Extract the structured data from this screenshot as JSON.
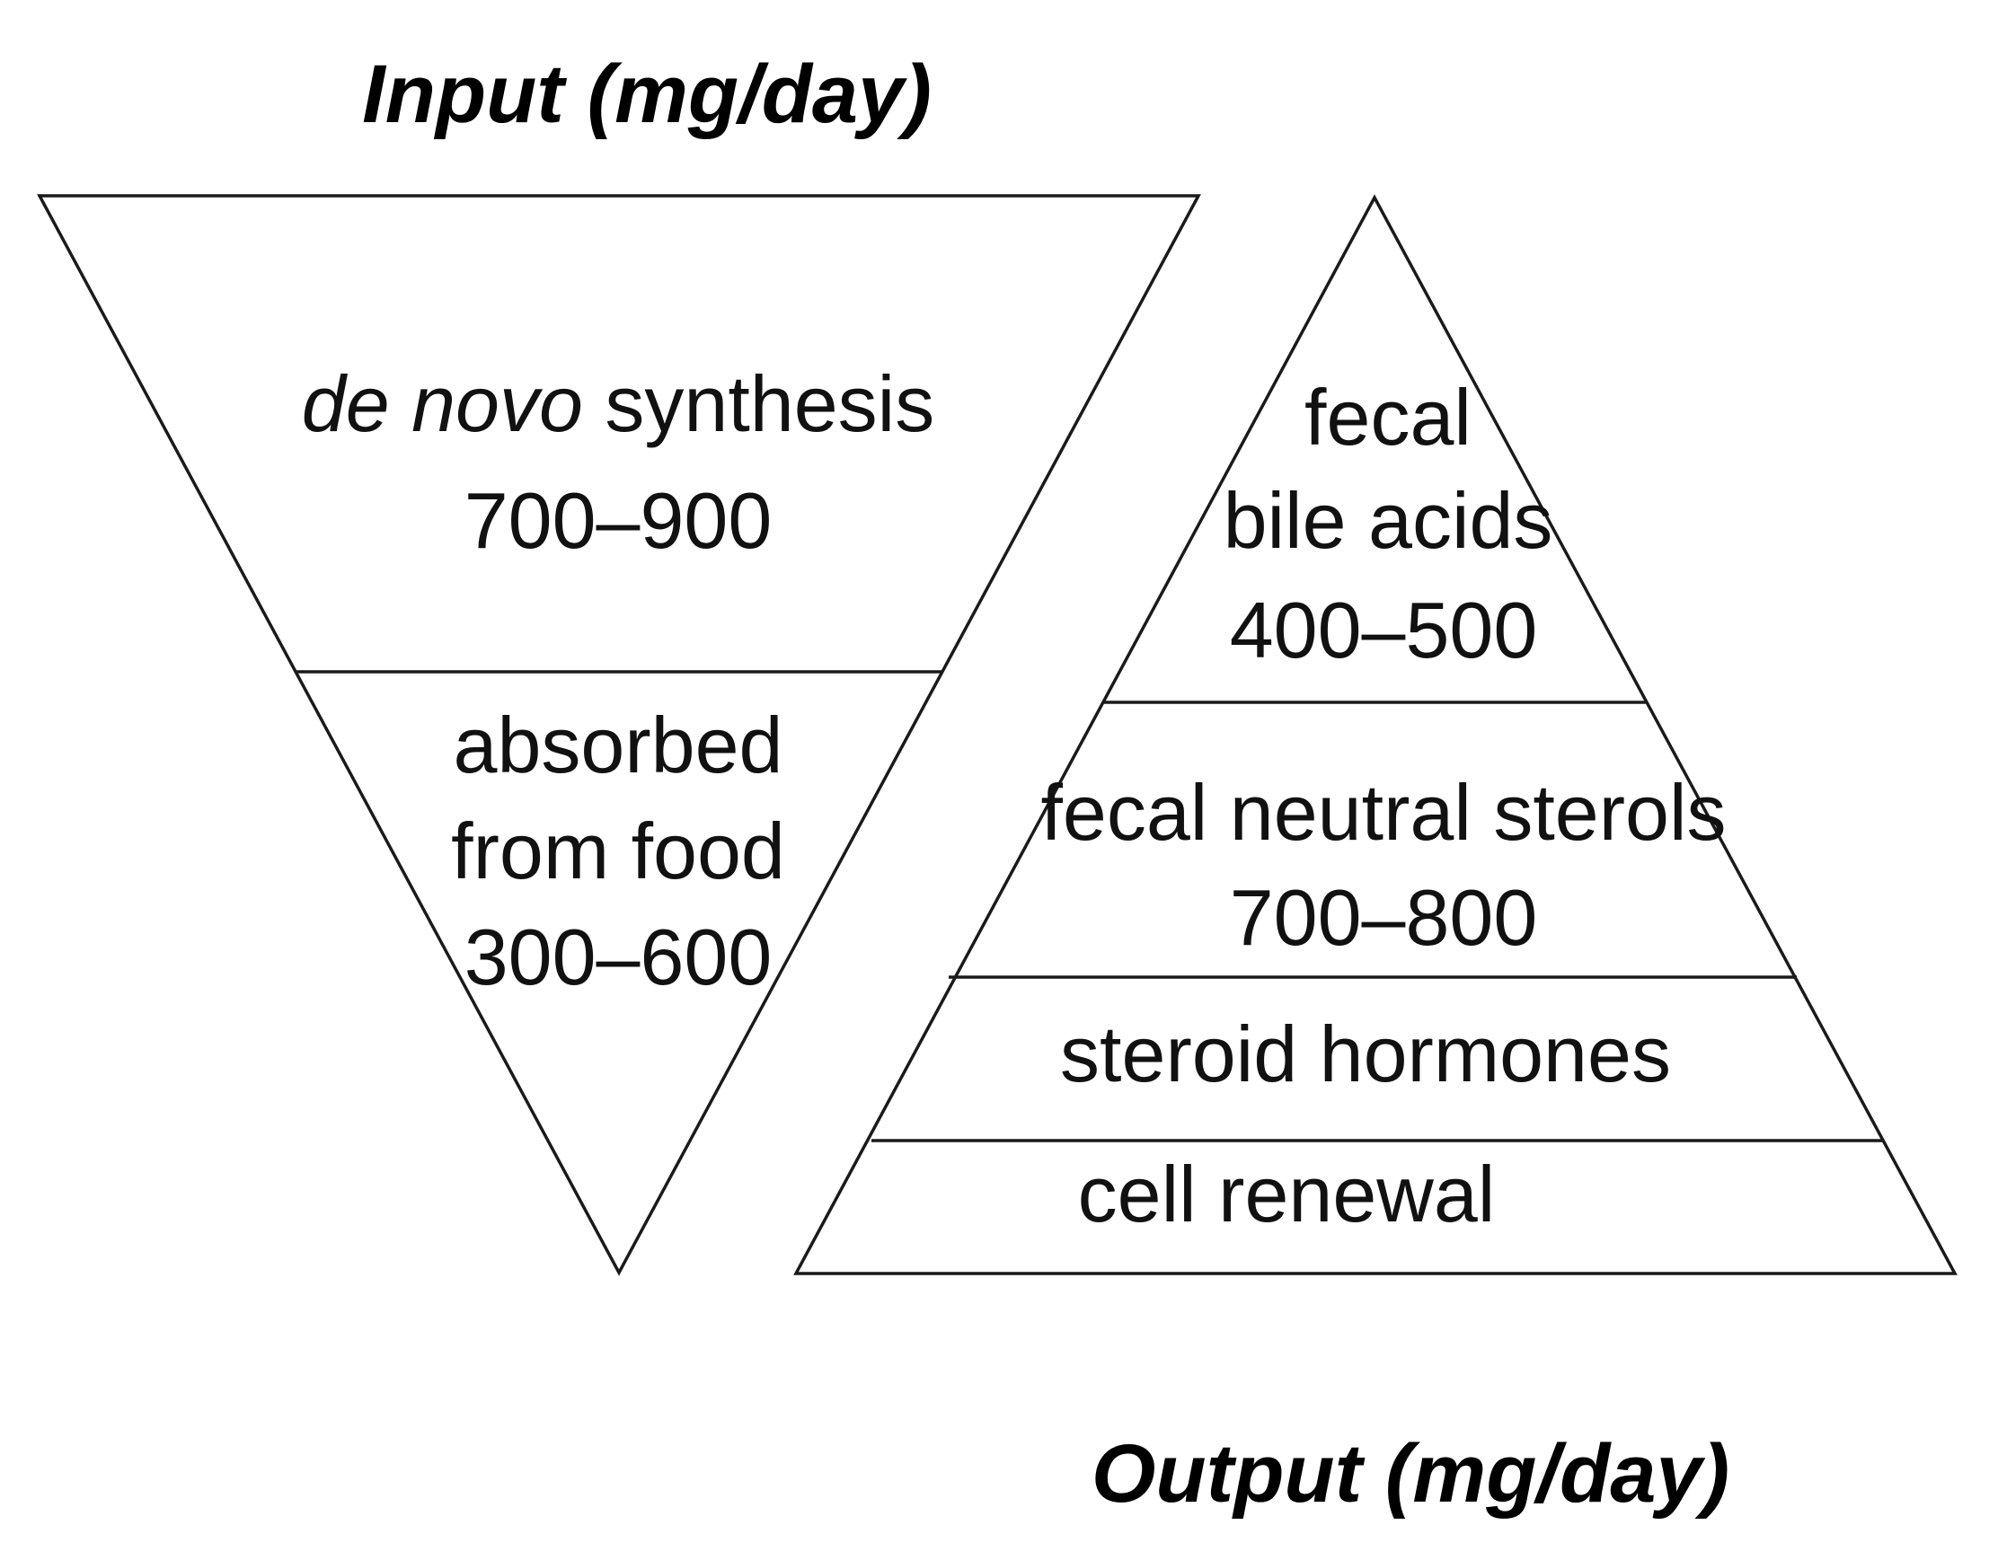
{
  "input": {
    "title": "Input (mg/day)",
    "sections": [
      {
        "name_italic": "de novo",
        "name_rest": " synthesis",
        "value": "700–900"
      },
      {
        "name_lines": [
          "absorbed",
          "from food"
        ],
        "value": "300–600"
      }
    ]
  },
  "output": {
    "title": "Output (mg/day)",
    "sections": [
      {
        "name_lines": [
          "fecal",
          "bile acids"
        ],
        "value": "400–500"
      },
      {
        "name_lines": [
          "fecal neutral sterols"
        ],
        "value": "700–800"
      },
      {
        "name_lines": [
          "steroid hormones"
        ]
      },
      {
        "name_lines": [
          "cell renewal"
        ]
      }
    ]
  },
  "colors": {
    "stroke": "#1a1a1a",
    "text": "#111111",
    "background": "#ffffff"
  }
}
